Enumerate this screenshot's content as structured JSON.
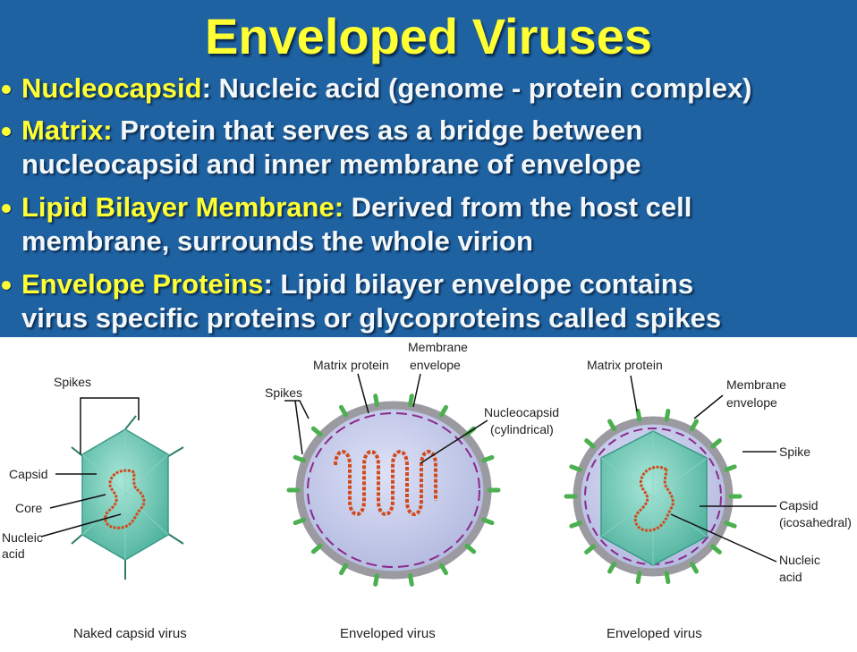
{
  "slide": {
    "title": "Enveloped Viruses",
    "bullets": [
      {
        "term": "Nucleocapsid",
        "rest_line1": ": Nucleic acid (genome - protein complex)"
      },
      {
        "term": "Matrix:",
        "rest_line1": " Protein that serves as a bridge between",
        "line2": "nucleocapsid and inner membrane of envelope"
      },
      {
        "term": "Lipid Bilayer Membrane:",
        "rest_line1": " Derived from the host cell",
        "line2": "membrane, surrounds the whole virion"
      },
      {
        "term": "Envelope Proteins",
        "rest_line1": ": Lipid bilayer envelope contains",
        "line2": "virus specific proteins or glycoproteins called spikes"
      }
    ]
  },
  "figure": {
    "naked": {
      "spikes": "Spikes",
      "capsid": "Capsid",
      "core": "Core",
      "nucleic_line1": "Nucleic",
      "nucleic_line2": "acid",
      "caption": "Naked capsid virus"
    },
    "env1": {
      "membrane_line1": "Membrane",
      "membrane_line2": "envelope",
      "matrix": "Matrix protein",
      "spikes": "Spikes",
      "nucleo_line1": "Nucleocapsid",
      "nucleo_line2": "(cylindrical)",
      "caption": "Enveloped virus"
    },
    "env2": {
      "matrix": "Matrix protein",
      "membrane_line1": "Membrane",
      "membrane_line2": "envelope",
      "spike": "Spike",
      "capsid_line1": "Capsid",
      "capsid_line2": "(icosahedral)",
      "nucleic_line1": "Nucleic",
      "nucleic_line2": "acid",
      "caption": "Enveloped virus"
    }
  },
  "colors": {
    "background": "#1f62a2",
    "title": "#ffff33",
    "term": "#ffff33",
    "text": "#f2f7fa",
    "capsid": "#6fc6b4",
    "envelope_fill": "#c7cdf0",
    "membrane": "#9a9aa0",
    "spike": "#4caf50",
    "nucleic_acid": "#d24a1c"
  }
}
